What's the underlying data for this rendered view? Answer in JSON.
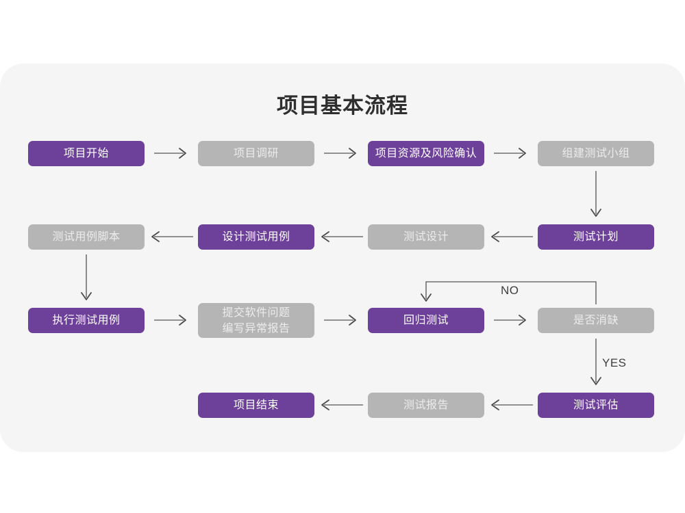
{
  "page": {
    "title": "项目基本流程",
    "background": "#ffffff",
    "card_background": "#f5f5f5"
  },
  "colors": {
    "purple": "#6d4099",
    "purple_text": "#ffffff",
    "gray": "#b5b5b5",
    "gray_text": "#ececec",
    "arrow": "#6f6f6f",
    "title_text": "#2f2f2f",
    "label_text": "#3d3d3d"
  },
  "flow": {
    "rows": [
      {
        "name": "row-1",
        "nodes": [
          {
            "id": "project-start",
            "label": "项目开始",
            "style": "purple"
          },
          {
            "id": "project-research",
            "label": "项目调研",
            "style": "gray"
          },
          {
            "id": "resource-risk-confirm",
            "label": "项目资源及风险确认",
            "style": "purple"
          },
          {
            "id": "form-test-team",
            "label": "组建测试小组",
            "style": "gray"
          }
        ]
      },
      {
        "name": "row-2",
        "nodes": [
          {
            "id": "test-case-script",
            "label": "测试用例脚本",
            "style": "gray"
          },
          {
            "id": "design-test-case",
            "label": "设计测试用例",
            "style": "purple"
          },
          {
            "id": "test-design",
            "label": "测试设计",
            "style": "gray"
          },
          {
            "id": "test-plan",
            "label": "测试计划",
            "style": "purple"
          }
        ]
      },
      {
        "name": "row-3",
        "nodes": [
          {
            "id": "execute-test-case",
            "label": "执行测试用例",
            "style": "purple"
          },
          {
            "id": "submit-issue-report",
            "label": "提交软件问题\n编写异常报告",
            "style": "gray"
          },
          {
            "id": "regression-test",
            "label": "回归测试",
            "style": "purple"
          },
          {
            "id": "defect-cleared",
            "label": "是否消缺",
            "style": "gray"
          }
        ]
      },
      {
        "name": "row-4",
        "nodes": [
          {
            "id": "project-end",
            "label": "项目结束",
            "style": "purple"
          },
          {
            "id": "test-report",
            "label": "测试报告",
            "style": "gray"
          },
          {
            "id": "test-evaluation",
            "label": "测试评估",
            "style": "purple"
          }
        ]
      }
    ],
    "branch_labels": [
      {
        "id": "branch-no",
        "label": "NO"
      },
      {
        "id": "branch-yes",
        "label": "YES"
      }
    ]
  }
}
